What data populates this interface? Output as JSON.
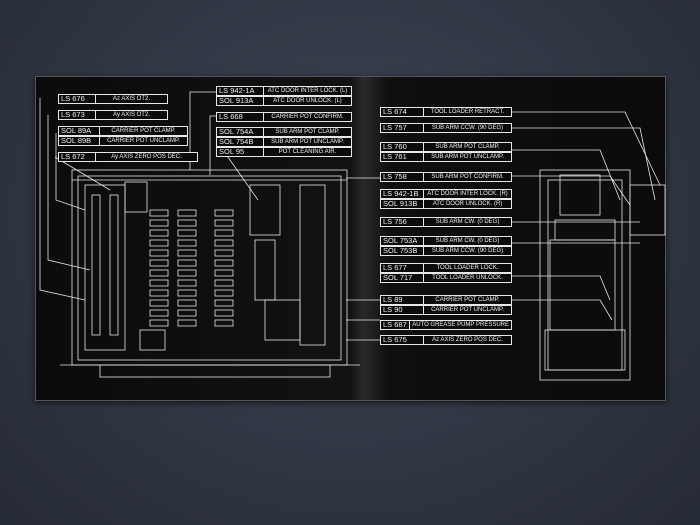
{
  "labels_left": [
    {
      "code": "LS 676",
      "desc": "Az AXIS OT2."
    },
    {
      "code": "LS 673",
      "desc": "Ay AXIS OT2."
    },
    {
      "code": "SOL 89A",
      "desc": "CARRIER POT CLAMP."
    },
    {
      "code": "SOL 89B",
      "desc": "CARRIER POT UNCLAMP."
    },
    {
      "code": "LS 672",
      "desc": "Ay AXIS ZERO POS DEC."
    }
  ],
  "labels_mid": [
    {
      "code": "LS 942-1A",
      "desc": "ATC DOOR INTER LOCK. (L)"
    },
    {
      "code": "SOL 913A",
      "desc": "ATC DOOR UNLOCK. (L)"
    },
    {
      "code": "LS 668",
      "desc": "CARRIER POT CONFIRM."
    },
    {
      "code": "SOL 754A",
      "desc": "SUB ARM POT CLAMP."
    },
    {
      "code": "SOL 754B",
      "desc": "SUB ARM POT UNCLAMP."
    },
    {
      "code": "SOL 95",
      "desc": "POT CLEANING AIR."
    }
  ],
  "labels_right": [
    {
      "code": "LS 674",
      "desc": "TOOL LOADER RETRACT."
    },
    {
      "code": "LS 757",
      "desc": "SUB ARM CCW. (90 DEG)"
    },
    {
      "code": "LS 760",
      "desc": "SUB ARM POT CLAMP."
    },
    {
      "code": "LS 761",
      "desc": "SUB ARM POT UNCLAMP."
    },
    {
      "code": "LS 758",
      "desc": "SUB ARM POT CONFIRM."
    },
    {
      "code": "LS 942-1B",
      "desc": "ATC DOOR INTER LOCK. (R)"
    },
    {
      "code": "SOL 913B",
      "desc": "ATC DOOR UNLOCK. (R)"
    },
    {
      "code": "LS 756",
      "desc": "SUB ARM CW. (0 DEG)"
    },
    {
      "code": "SOL 753A",
      "desc": "SUB ARM CW. (0 DEG)"
    },
    {
      "code": "SOL 753B",
      "desc": "SUB ARM CCW. (90 DEG)"
    },
    {
      "code": "LS 677",
      "desc": "TOOL LOADER LOCK."
    },
    {
      "code": "SOL 717",
      "desc": "TOOL LOADER UNLOCK."
    },
    {
      "code": "LS 89",
      "desc": "CARRIER POT CLAMP."
    },
    {
      "code": "LS 90",
      "desc": "CARRIER POT UNCLAMP."
    },
    {
      "code": "LS 687",
      "desc": "AUTO GREASE PUMP PRESSURE"
    },
    {
      "code": "LS 675",
      "desc": "Az AXIS ZERO POS DEC."
    }
  ]
}
